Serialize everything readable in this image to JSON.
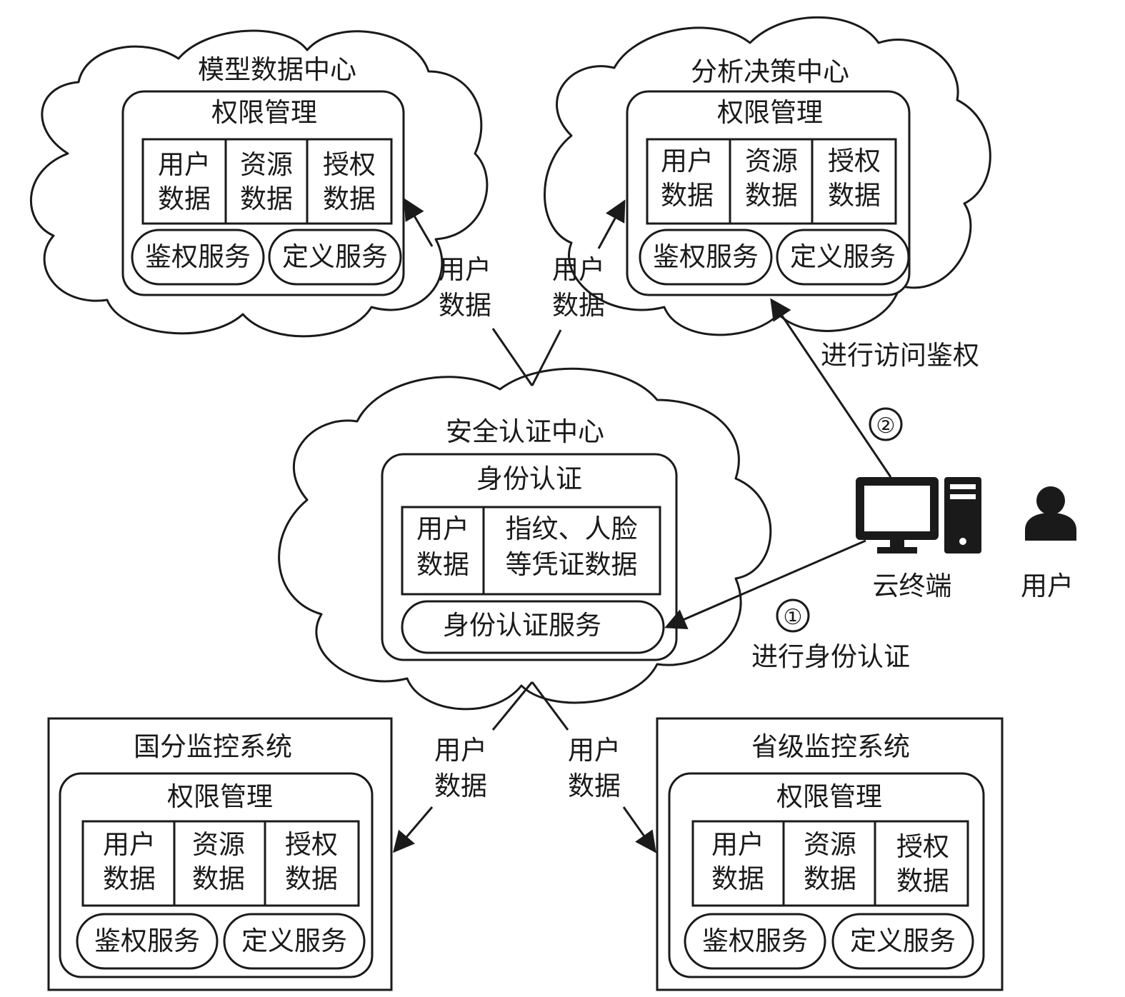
{
  "colors": {
    "ink": "#1a1a1a",
    "background": "#ffffff"
  },
  "clouds": {
    "model_center": {
      "title": "模型数据中心",
      "panel_title": "权限管理",
      "cells": [
        [
          "用户",
          "数据"
        ],
        [
          "资源",
          "数据"
        ],
        [
          "授权",
          "数据"
        ]
      ],
      "services": [
        "鉴权服务",
        "定义服务"
      ]
    },
    "analysis_center": {
      "title": "分析决策中心",
      "panel_title": "权限管理",
      "cells": [
        [
          "用户",
          "数据"
        ],
        [
          "资源",
          "数据"
        ],
        [
          "授权",
          "数据"
        ]
      ],
      "services": [
        "鉴权服务",
        "定义服务"
      ]
    },
    "security_center": {
      "title": "安全认证中心",
      "panel_title": "身份认证",
      "cells": [
        [
          "用户",
          "数据"
        ],
        [
          "指纹、人脸",
          "等凭证数据"
        ]
      ],
      "service": "身份认证服务"
    }
  },
  "systems": {
    "national": {
      "title": "国分监控系统",
      "panel_title": "权限管理",
      "cells": [
        [
          "用户",
          "数据"
        ],
        [
          "资源",
          "数据"
        ],
        [
          "授权",
          "数据"
        ]
      ],
      "services": [
        "鉴权服务",
        "定义服务"
      ]
    },
    "provincial": {
      "title": "省级监控系统",
      "panel_title": "权限管理",
      "cells": [
        [
          "用户",
          "数据"
        ],
        [
          "资源",
          "数据"
        ],
        [
          "授权",
          "数据"
        ]
      ],
      "services": [
        "鉴权服务",
        "定义服务"
      ]
    }
  },
  "flows": {
    "user_data": [
      "用户",
      "数据"
    ],
    "step1_marker": "①",
    "step1_label": "进行身份认证",
    "step2_marker": "②",
    "step2_label": "进行访问鉴权"
  },
  "actors": {
    "terminal_label": "云终端",
    "terminal_icon": "desktop-computer-icon",
    "user_label": "用户",
    "user_icon": "person-icon"
  }
}
